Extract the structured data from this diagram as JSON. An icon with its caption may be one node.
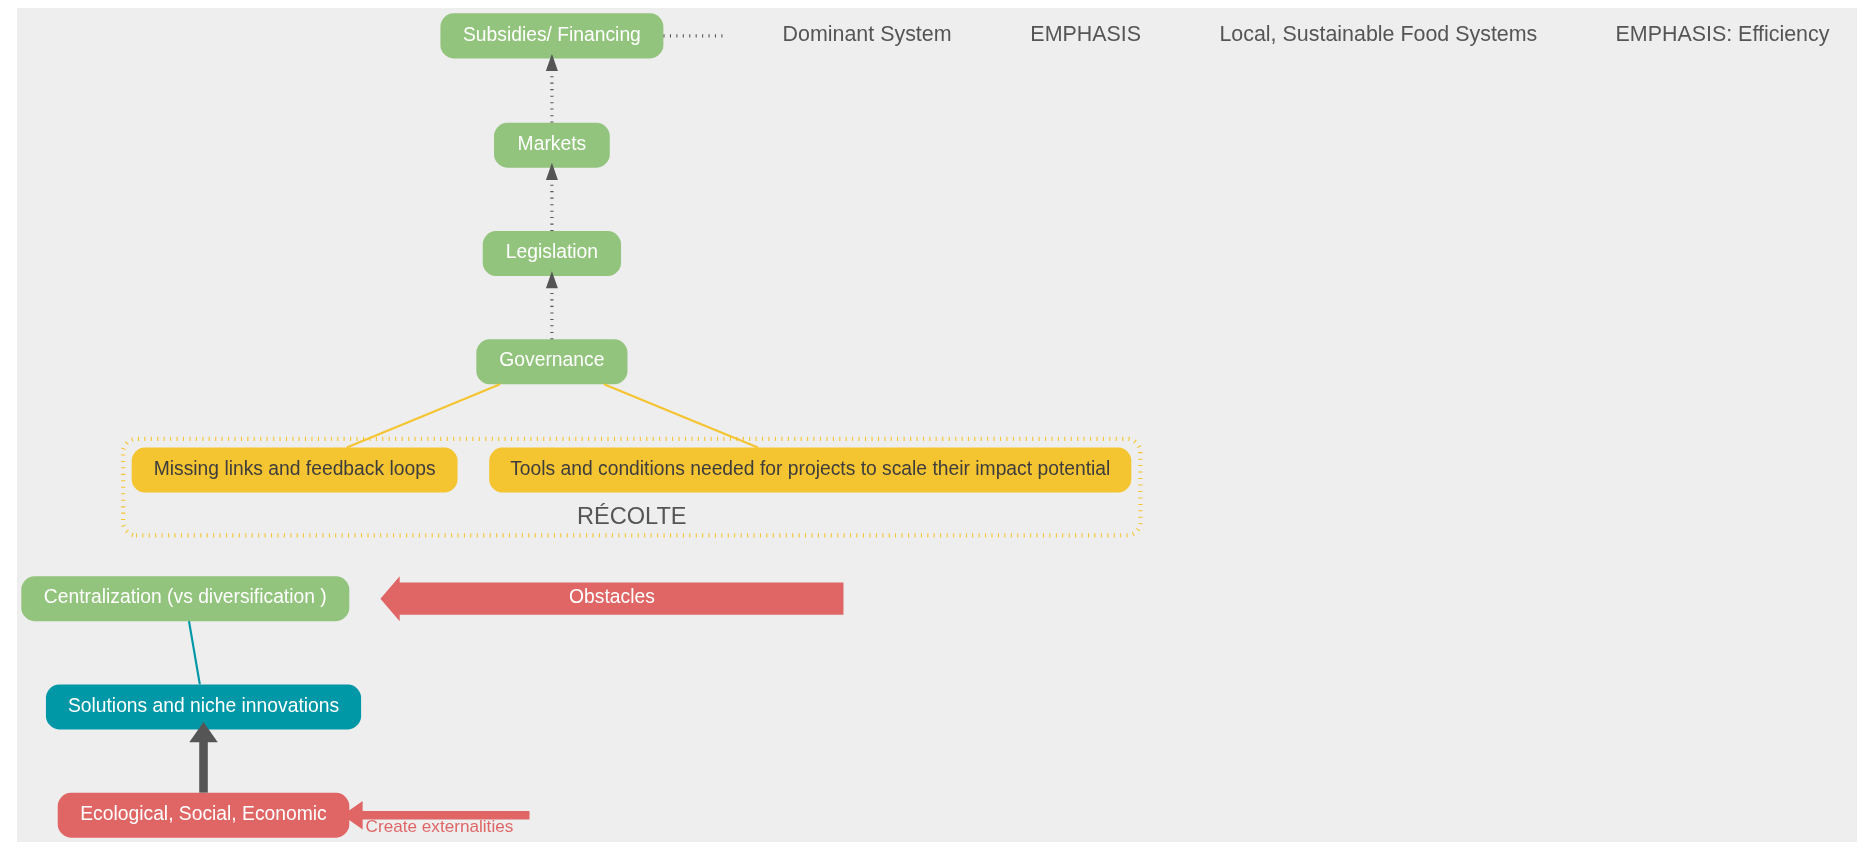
{
  "diagram": {
    "nodes": [
      {
        "text": [
          "RÉCOLTE"
        ]
      },
      {
        "text": [
          "Missing links and feedback loops"
        ],
        "in": 0
      },
      {
        "text": [
          "Tools and conditions needed for projects to scale their impact potential"
        ],
        "in": 0
      },
      {
        "text": [
          "Governance"
        ]
      },
      {
        "text": [
          "Legislation"
        ]
      },
      {
        "text": [
          "Centralization (vs diversification )"
        ]
      },
      {
        "text": [
          "Markets"
        ]
      },
      {
        "text": [
          "Obstacles"
        ]
      },
      {
        "text": [
          "Solutions and niche innovations"
        ]
      },
      {
        "text": [
          "Subsidies/ Financing"
        ]
      },
      {
        "text": [
          "Ecological, Social, Economic"
        ]
      }
    ],
    "edges": [
      {
        "from": 1,
        "to": 3,
        "arrow": "none",
        "color": "#f5c431"
      },
      {
        "from": 2,
        "to": 3,
        "arrow": "none",
        "color": "#f5c431"
      },
      {
        "from": 8,
        "to": 5,
        "arrow": "none",
        "color": "#0097a7"
      },
      {
        "from": 3,
        "to": 4,
        "arrow": "to",
        "style": "dashed"
      },
      {
        "from": 4,
        "to": 6,
        "arrow": "to",
        "style": "dashed"
      },
      {
        "from": 6,
        "to": 9,
        "arrow": "to",
        "style": "dashed"
      },
      {
        "from": 9,
        "to": null,
        "arrow": "none",
        "style": "dashed"
      },
      {
        "from": 10,
        "to": 8,
        "arrow": "to",
        "style": "thick"
      },
      {
        "from": null,
        "to": 10,
        "arrow": "to",
        "label": "Create externalities",
        "style": "thick",
        "color": "#e06666"
      }
    ],
    "labels": [
      "Dominant System",
      "EMPHASIS",
      "Local, Sustainable Food Systems",
      "EMPHASIS: Efficiency"
    ]
  }
}
